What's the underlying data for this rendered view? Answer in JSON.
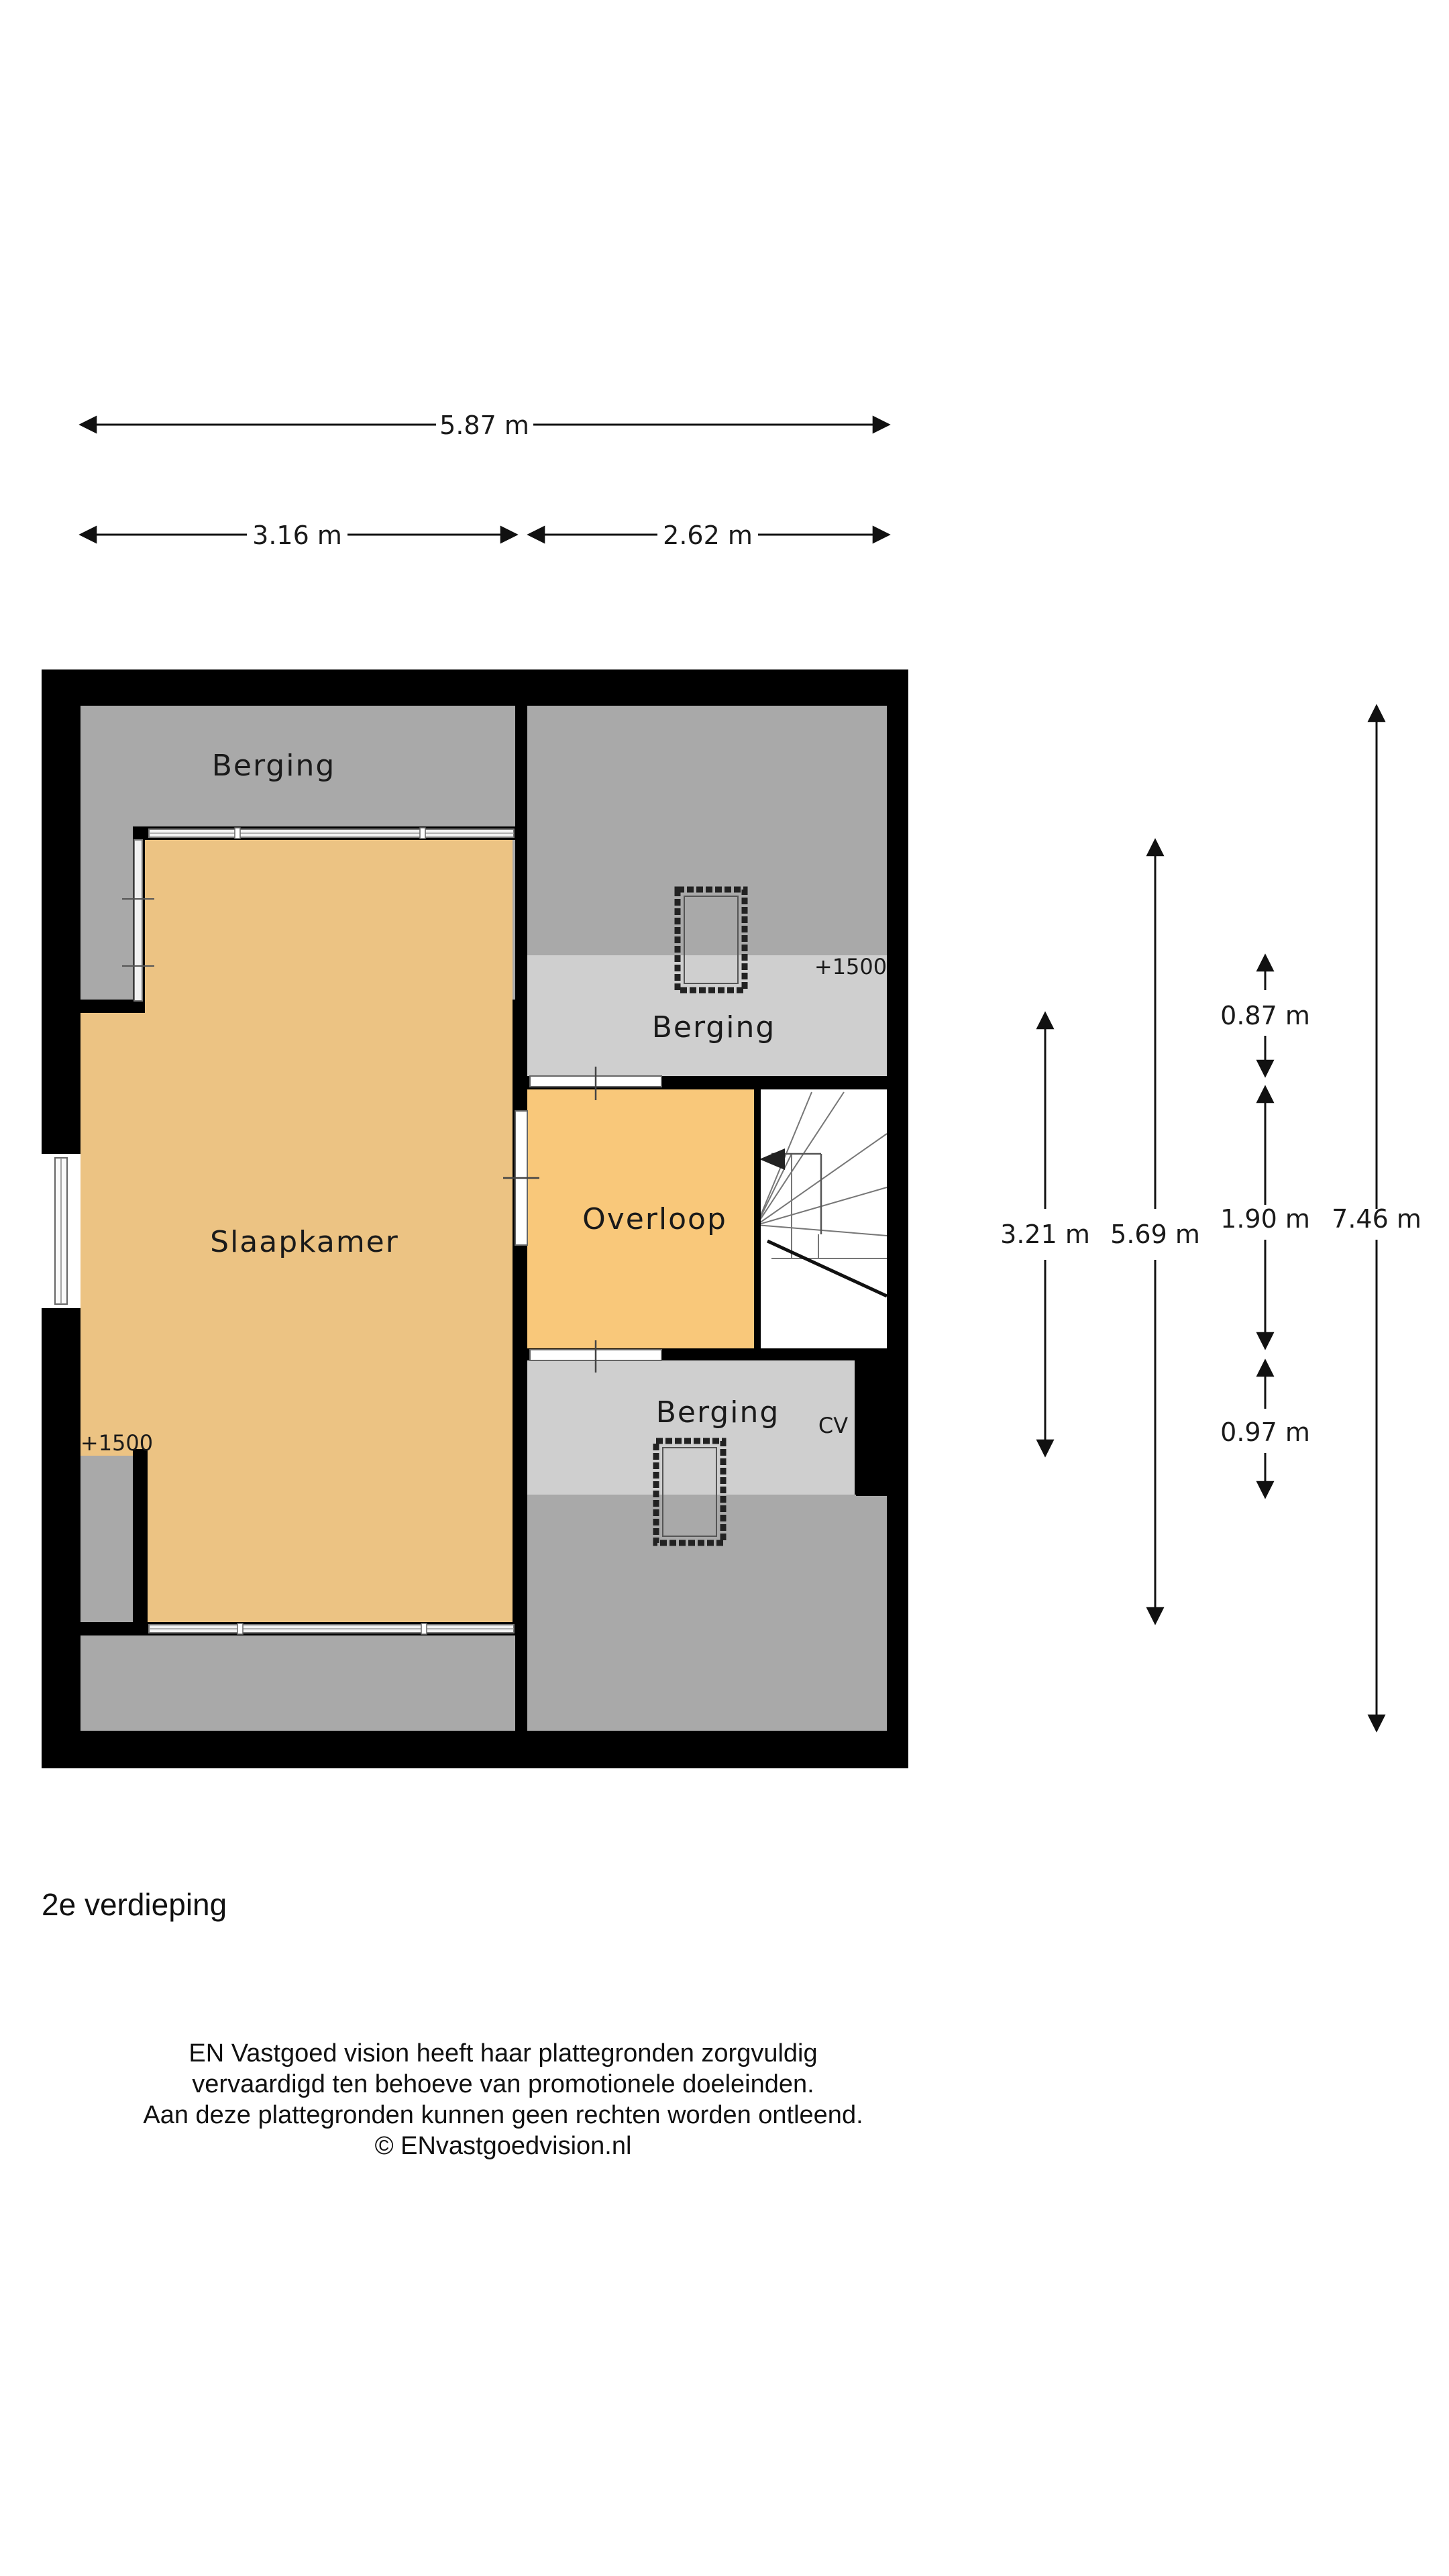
{
  "dimensions": {
    "total_width": "5.87 m",
    "left_width": "3.16 m",
    "right_width": "2.62 m",
    "height_a": "3.21 m",
    "height_b": "5.69 m",
    "seg_top": "0.87 m",
    "seg_mid": "1.90 m",
    "seg_bottom": "0.97 m",
    "total_height": "7.46 m"
  },
  "rooms": {
    "berging_top_left": "Berging",
    "berging_top_right": "Berging",
    "slaapkamer": "Slaapkamer",
    "overloop": "Overloop",
    "berging_bottom_right": "Berging",
    "cv": "CV"
  },
  "markers": {
    "height_top_right": "+1500",
    "height_left": "+1500"
  },
  "level_title": "2e verdieping",
  "disclaimer": {
    "line1": "EN Vastgoed vision heeft haar plattegronden zorgvuldig",
    "line2": "vervaardigd ten behoeve van promotionele doeleinden.",
    "line3": "Aan deze plattegronden kunnen geen rechten worden ontleend.",
    "line4": "© ENvastgoedvision.nl"
  },
  "colors": {
    "wall": "#000000",
    "storage_dark": "#a9a9a9",
    "storage_light": "#cfcfcf",
    "bedroom": "#ecc383",
    "landing": "#f9c87a",
    "stairs": "#ffffff"
  }
}
